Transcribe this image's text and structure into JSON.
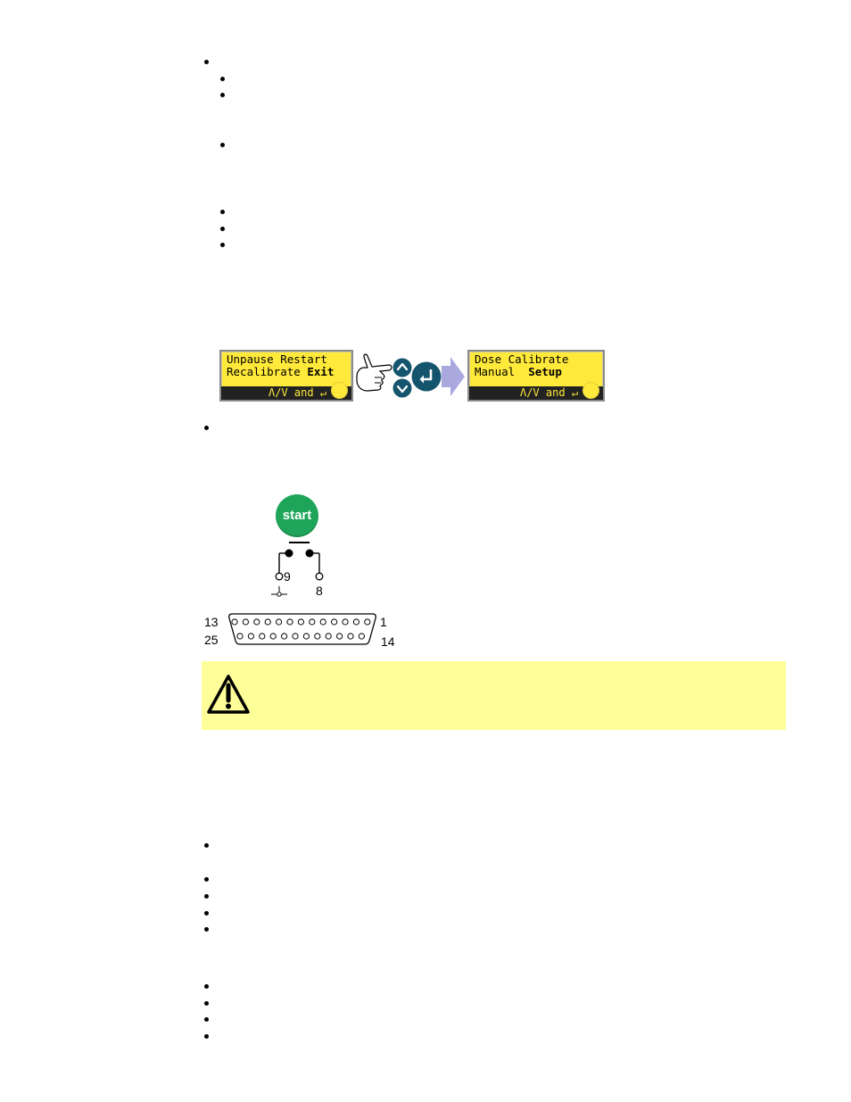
{
  "lcd_before": {
    "line1": "Unpause Restart",
    "line2_normal": "Recalibrate ",
    "line2_bold": "Exit",
    "bar": "Λ/V and ↵"
  },
  "lcd_after": {
    "line1": "Dose Calibrate",
    "line2_normal": "Manual  ",
    "line2_bold": "Setup",
    "bar": "Λ/V and ↵"
  },
  "start_button": {
    "label": "start",
    "color": "#1fa55a"
  },
  "connector": {
    "pin_9": "9",
    "pin_8": "8",
    "pin_13": "13",
    "pin_1": "1",
    "pin_25": "25",
    "pin_14": "14"
  },
  "colors": {
    "lcd_yellow": "#ffe93a",
    "keypad_blue": "#14556d",
    "arrow_lavender": "#a9a9e0",
    "warning_bg": "#ffff99"
  },
  "icons": [
    "hand-pointer-icon",
    "up-arrow-key-icon",
    "down-arrow-key-icon",
    "enter-key-icon",
    "next-arrow-icon",
    "warning-icon"
  ]
}
